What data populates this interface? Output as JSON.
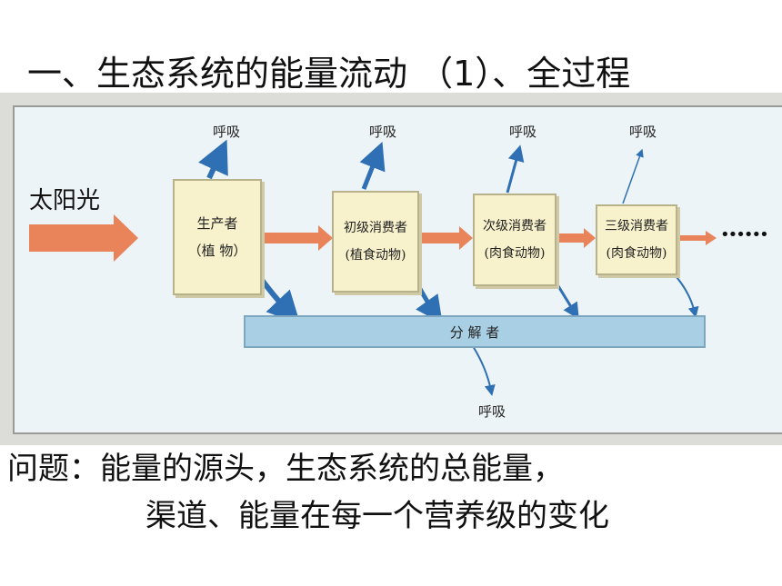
{
  "title": "一、生态系统的能量流动 （1）、全过程",
  "diagram": {
    "sunlight": "太阳光",
    "producer": {
      "line1": "生产者",
      "line2": "（植 物）"
    },
    "primary": {
      "line1": "初级消费者",
      "line2": "(植食动物)"
    },
    "secondary": {
      "line1": "次级消费者",
      "line2": "(肉食动物)"
    },
    "tertiary": {
      "line1": "三级消费者",
      "line2": "(肉食动物)"
    },
    "decomposer": "分 解 者",
    "respiration": "呼吸",
    "ellipsis": "••••••"
  },
  "question": {
    "line1": "问题：能量的源头，生态系统的总能量，",
    "line2": "渠道、能量在每一个营养级的变化"
  },
  "colors": {
    "flow_arrow": "#e9835a",
    "blue_arrow": "#2f6fb3",
    "box_fill": "#f7f1cc",
    "decomposer_fill": "#a9cfe4",
    "panel_bg": "#edf4f7"
  }
}
